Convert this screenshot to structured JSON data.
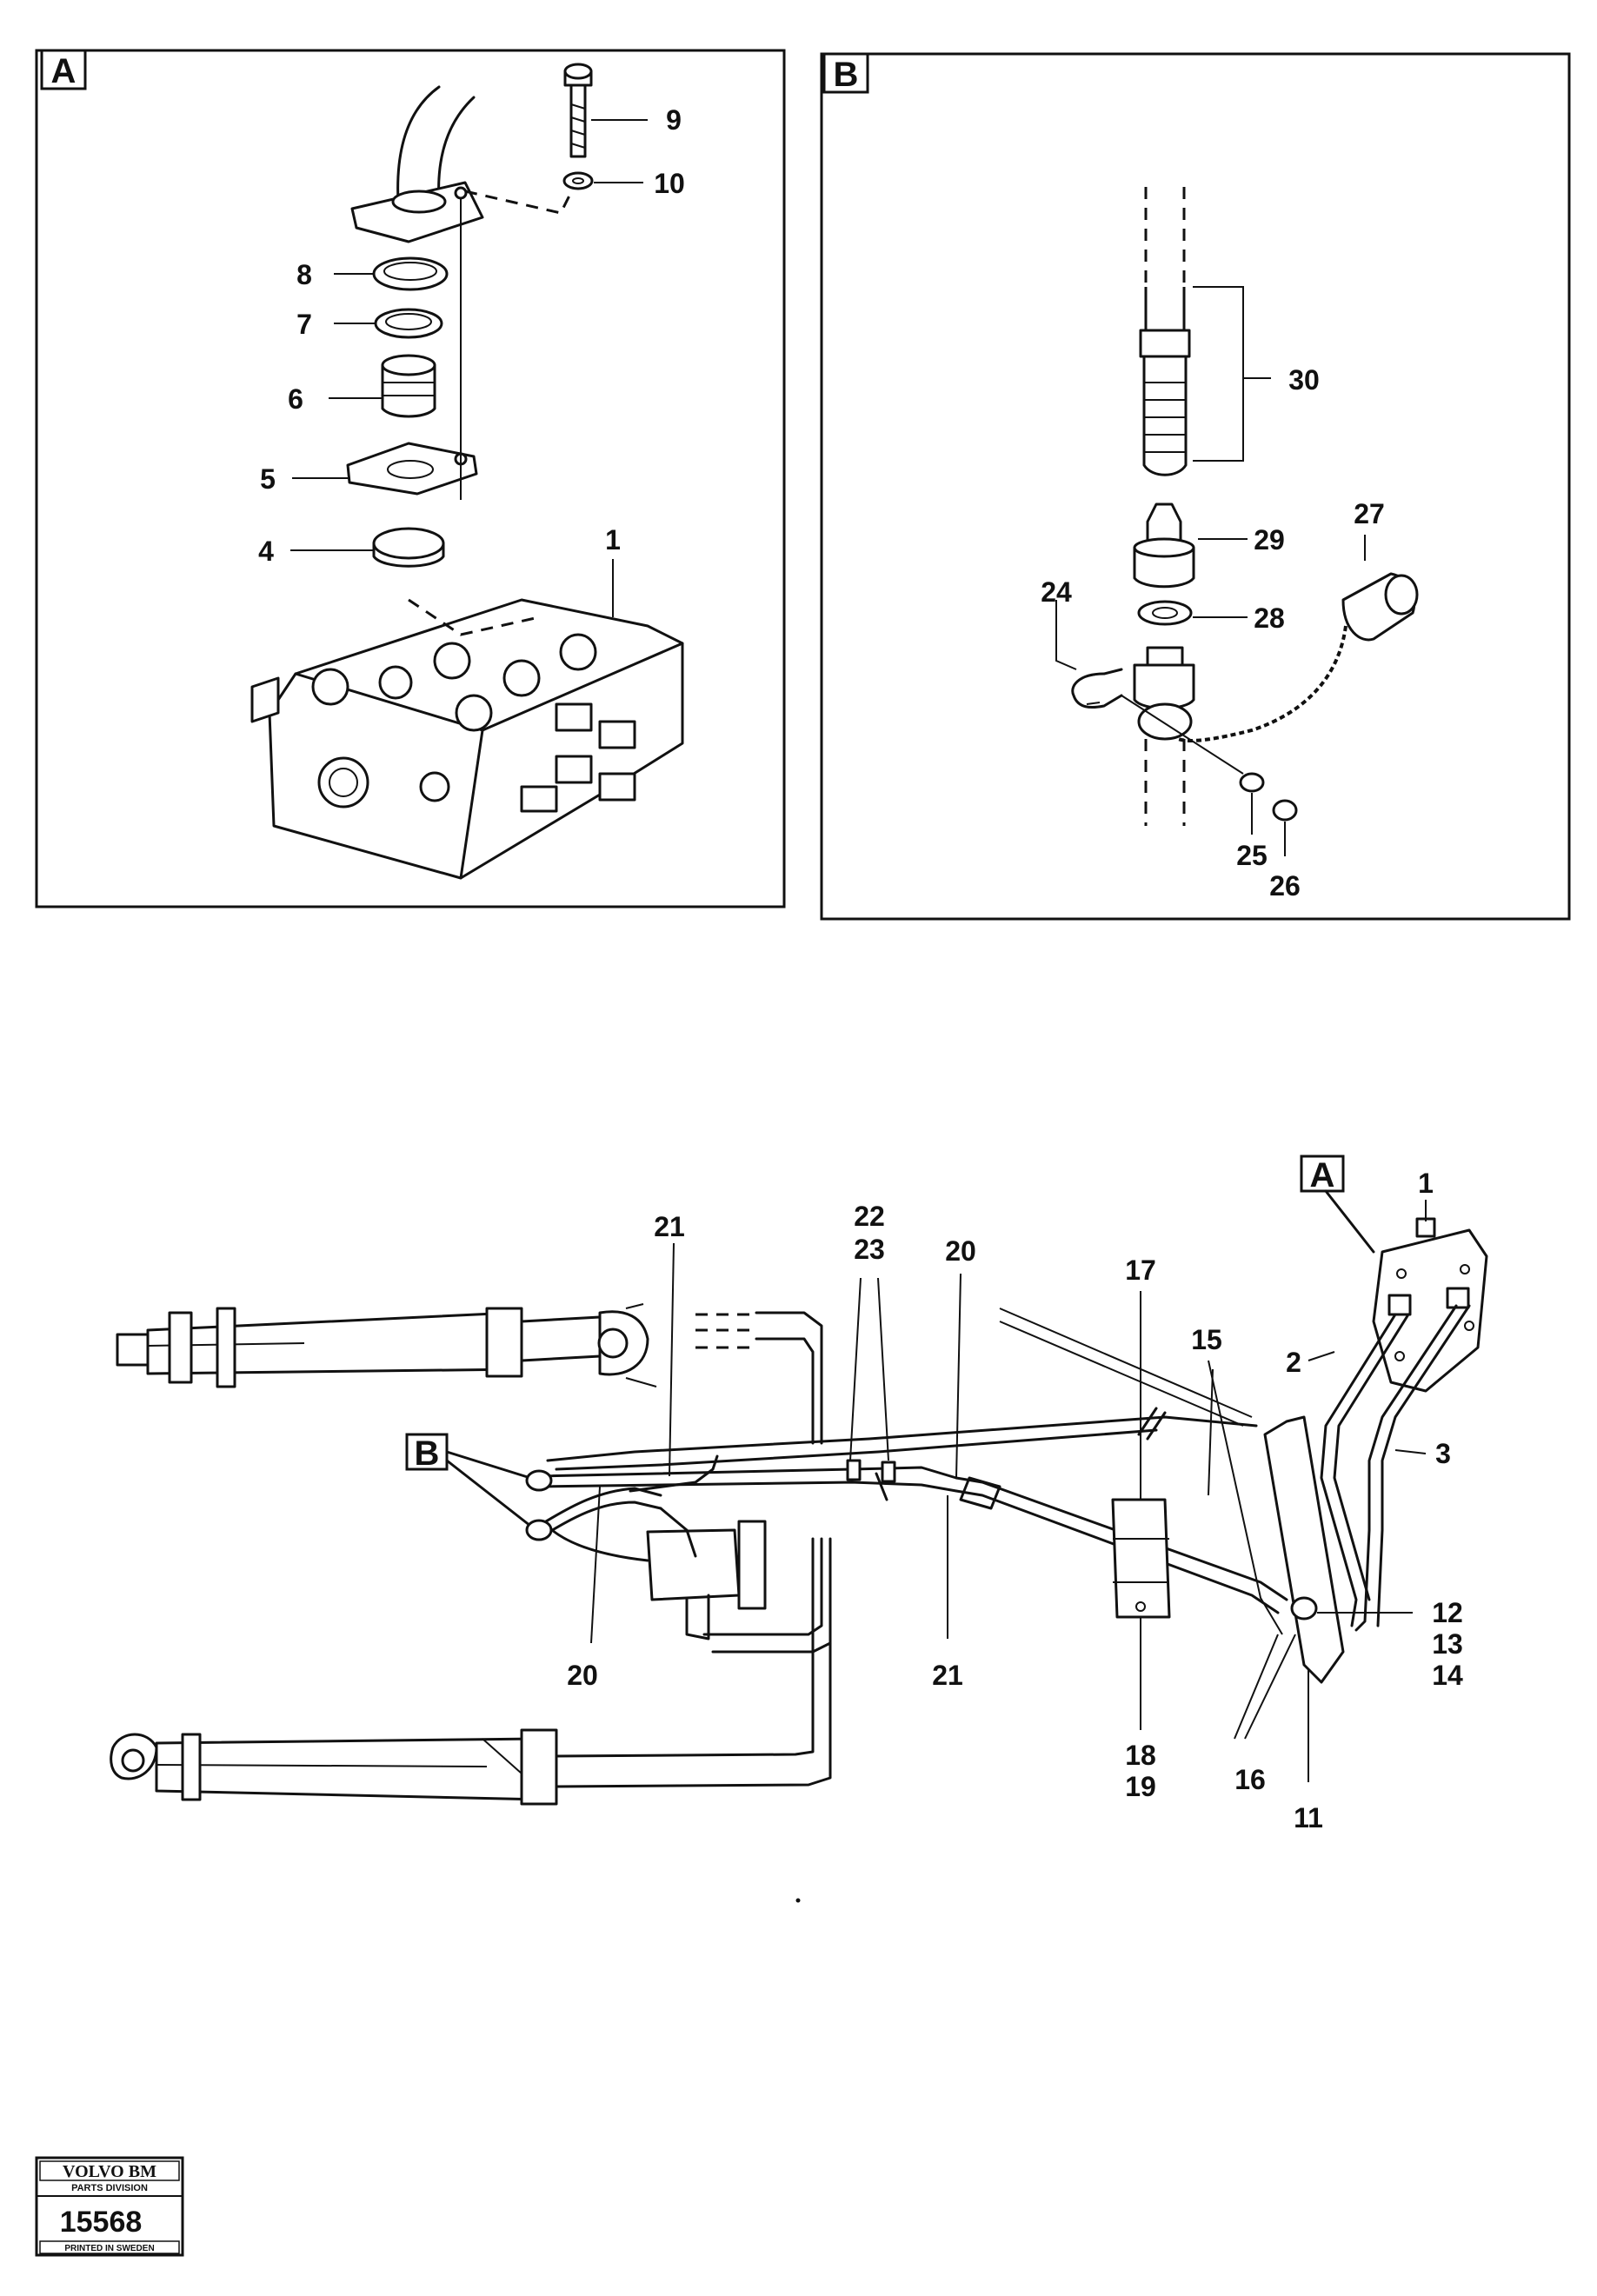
{
  "panel_a": {
    "letter": "A",
    "callouts": [
      "9",
      "10",
      "8",
      "7",
      "6",
      "5",
      "4",
      "1"
    ]
  },
  "panel_b": {
    "letter": "B",
    "callouts": [
      "30",
      "29",
      "27",
      "24",
      "28",
      "25",
      "26"
    ]
  },
  "assembly": {
    "tags": [
      "A",
      "B"
    ],
    "callouts": [
      "1",
      "21",
      "22",
      "23",
      "20",
      "17",
      "15",
      "2",
      "3",
      "12",
      "13",
      "14",
      "20",
      "21",
      "18",
      "19",
      "16",
      "11"
    ]
  },
  "logo": {
    "brand": "VOLVO BM",
    "division": "PARTS DIVISION",
    "number": "15568",
    "printed": "PRINTED IN SWEDEN"
  }
}
